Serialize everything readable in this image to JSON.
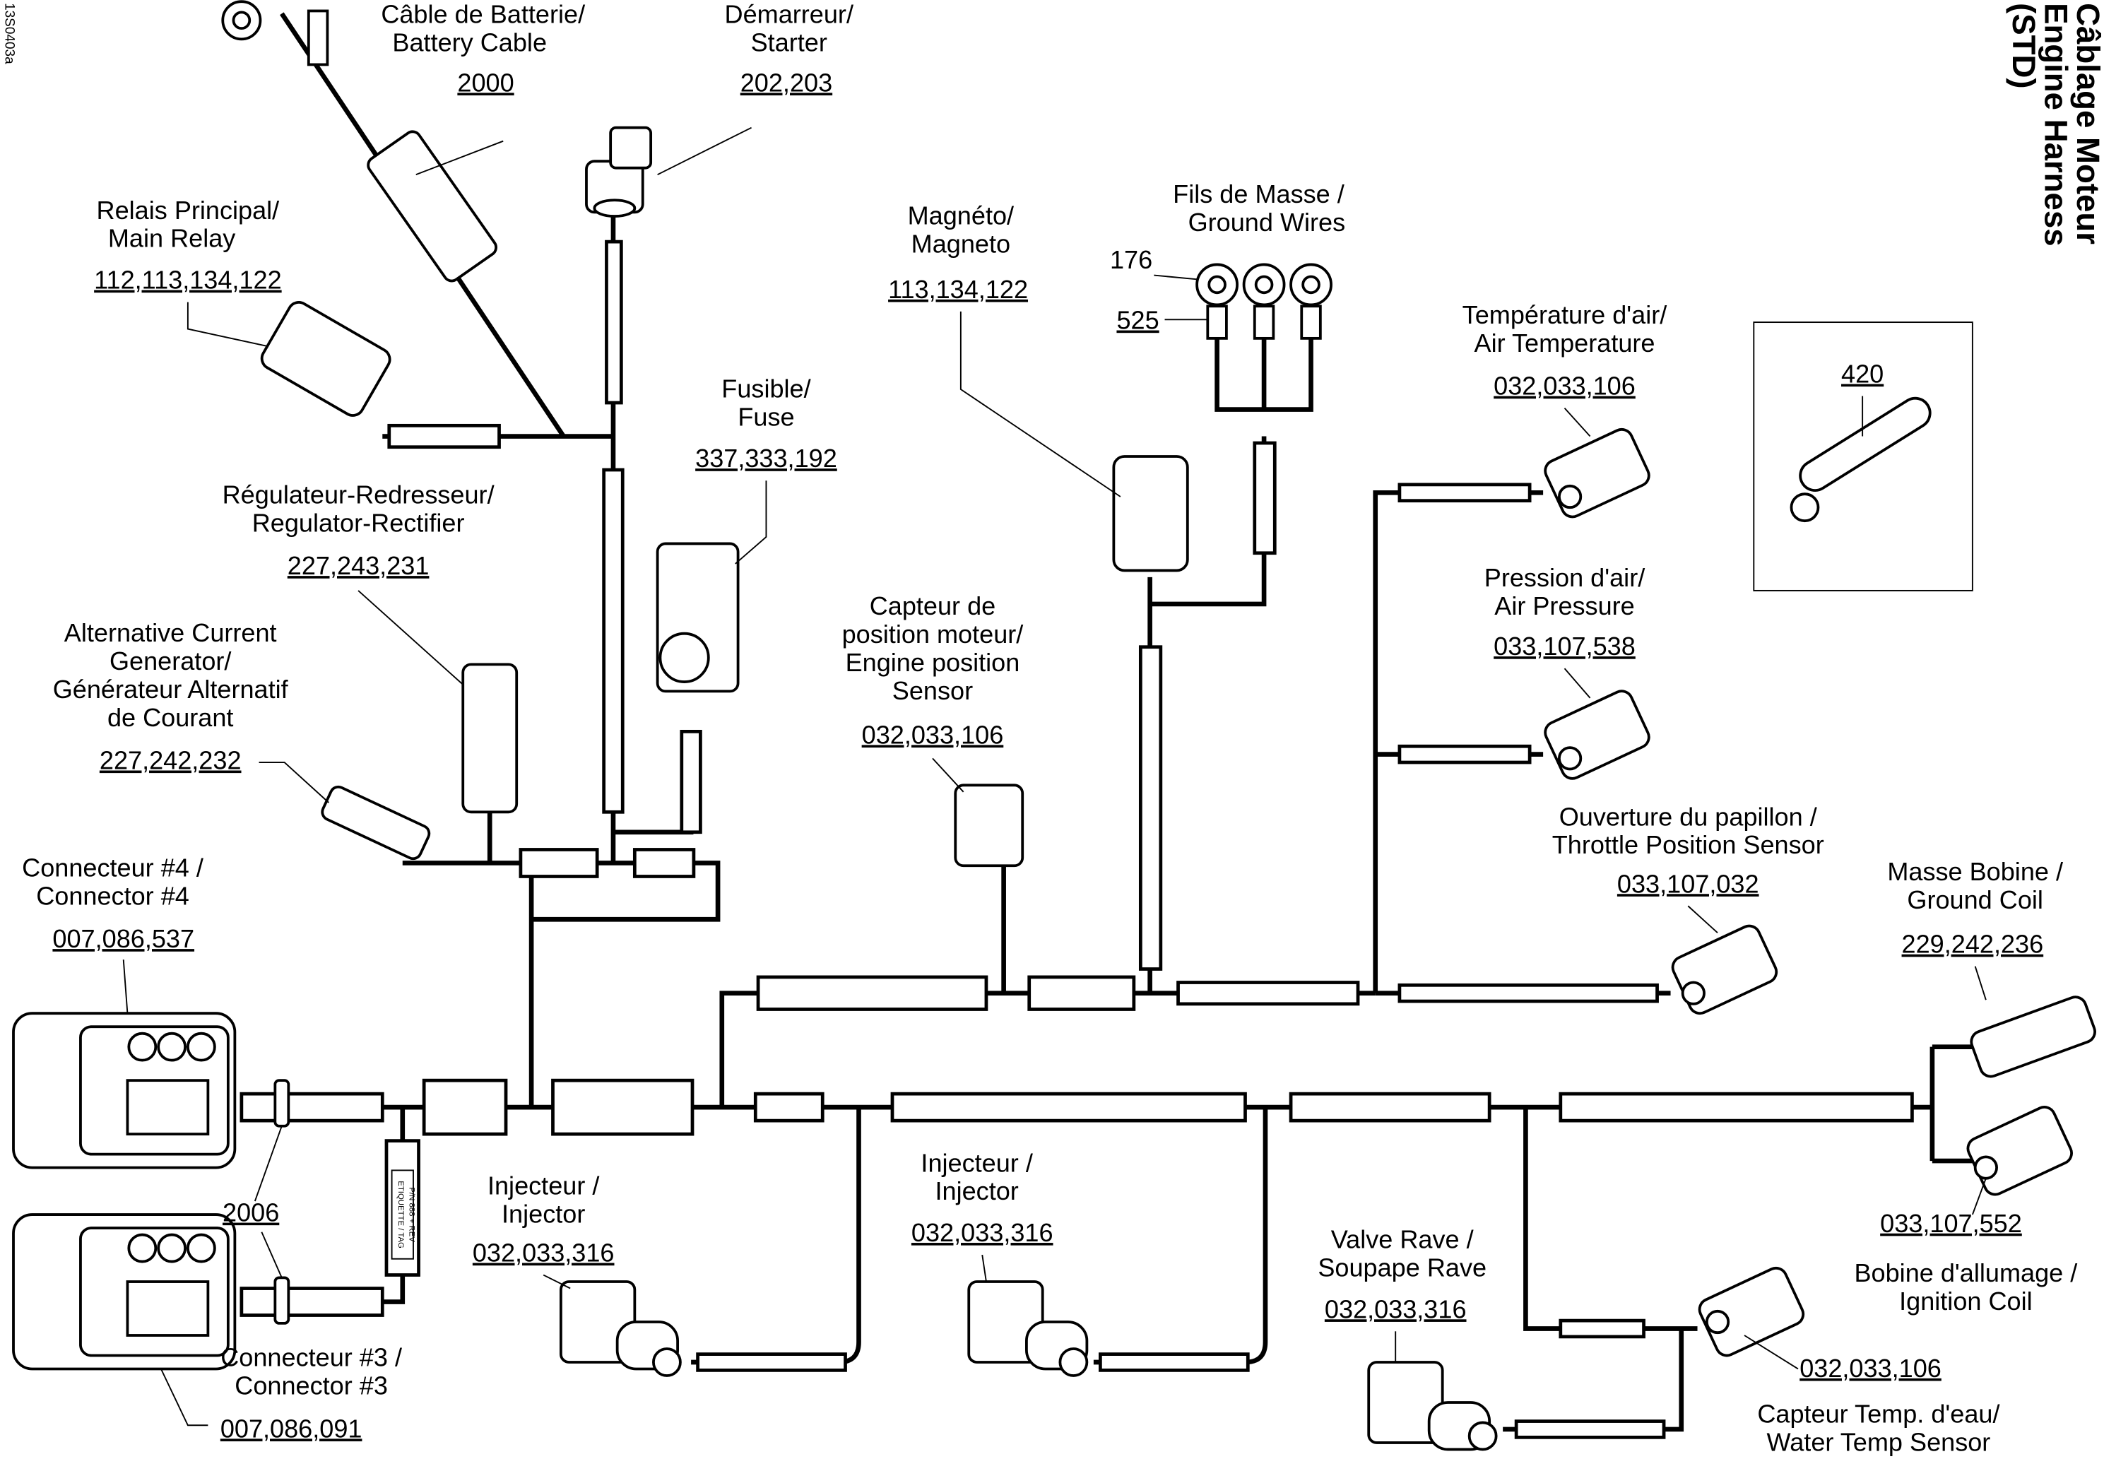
{
  "doc_id": "13S0403a",
  "title": [
    "Câblage Moteur",
    "Engine Harness",
    "(STD)"
  ],
  "tag_label": [
    "ETIQUETTE / TAG",
    "P/N 888 + REV"
  ],
  "callouts": {
    "battery_cable": {
      "lines": [
        "Câble de Batterie/",
        "Battery Cable"
      ],
      "part": "2000"
    },
    "starter": {
      "lines": [
        "Démarreur/",
        "Starter"
      ],
      "part": "202,203"
    },
    "main_relay": {
      "lines": [
        "Relais Principal/",
        "Main Relay"
      ],
      "part": "112,113,134,122"
    },
    "magneto": {
      "lines": [
        "Magnéto/",
        "Magneto"
      ],
      "part": "113,134,122"
    },
    "ground_wires": {
      "lines": [
        "Fils de Masse /",
        "Ground Wires"
      ],
      "part_ring": "176",
      "part_sleeve": "525"
    },
    "air_temperature": {
      "lines": [
        "Température d'air/",
        "Air Temperature"
      ],
      "part": "032,033,106"
    },
    "sleeve": {
      "part": "420"
    },
    "fuse": {
      "lines": [
        "Fusible/",
        "Fuse"
      ],
      "part": "337,333,192"
    },
    "regulator_rectifier": {
      "lines": [
        "Régulateur-Redresseur/",
        "Regulator-Rectifier"
      ],
      "part": "227,243,231"
    },
    "air_pressure": {
      "lines": [
        "Pression d'air/",
        "Air Pressure"
      ],
      "part": "033,107,538"
    },
    "engine_position_sensor": {
      "lines": [
        "Capteur de",
        "position moteur/",
        "Engine position",
        "Sensor"
      ],
      "part": "032,033,106"
    },
    "ac_generator": {
      "lines": [
        "Alternative Current",
        "Generator/",
        "Générateur Alternatif",
        "de Courant"
      ],
      "part": "227,242,232"
    },
    "throttle_position_sensor": {
      "lines": [
        "Ouverture du papillon /",
        "Throttle Position Sensor"
      ],
      "part": "033,107,032"
    },
    "connector_4": {
      "lines": [
        "Connecteur #4 /",
        "Connector #4"
      ],
      "part": "007,086,537"
    },
    "ground_coil": {
      "lines": [
        "Masse Bobine /",
        "Ground Coil"
      ],
      "part": "229,242,236"
    },
    "injector_2": {
      "lines": [
        "Injecteur /",
        "Injector"
      ],
      "part": "032,033,316"
    },
    "injector_1": {
      "lines": [
        "Injecteur /",
        "Injector"
      ],
      "part": "032,033,316"
    },
    "clip": {
      "part": "2006"
    },
    "ignition_coil": {
      "lines": [
        "Bobine d'allumage /",
        "Ignition Coil"
      ],
      "part": "033,107,552"
    },
    "rave_valve": {
      "lines": [
        "Valve Rave /",
        "Soupape Rave"
      ],
      "part": "032,033,316"
    },
    "connector_3": {
      "lines": [
        "Connecteur #3 /",
        "Connector #3"
      ],
      "part": "007,086,091"
    },
    "water_temp_sensor": {
      "lines": [
        "Capteur Temp. d'eau/",
        "Water Temp Sensor"
      ],
      "part": "032,033,106"
    }
  }
}
